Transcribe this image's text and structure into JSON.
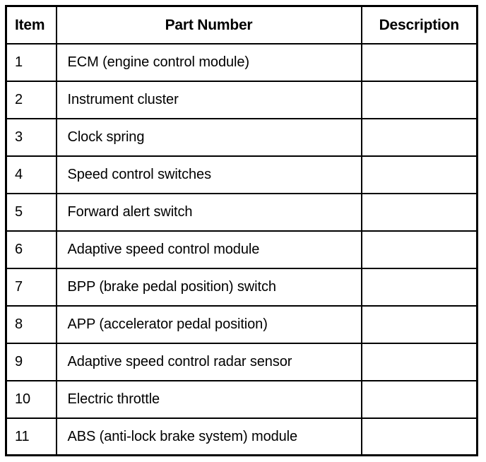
{
  "table": {
    "columns": [
      {
        "key": "item",
        "label": "Item",
        "align": "left"
      },
      {
        "key": "part_number",
        "label": "Part Number",
        "align": "center"
      },
      {
        "key": "description",
        "label": "Description",
        "align": "center"
      }
    ],
    "rows": [
      {
        "item": "1",
        "part_number": "ECM (engine control module)",
        "description": ""
      },
      {
        "item": "2",
        "part_number": "Instrument cluster",
        "description": ""
      },
      {
        "item": "3",
        "part_number": "Clock spring",
        "description": ""
      },
      {
        "item": "4",
        "part_number": "Speed control switches",
        "description": ""
      },
      {
        "item": "5",
        "part_number": "Forward alert switch",
        "description": ""
      },
      {
        "item": "6",
        "part_number": "Adaptive speed control module",
        "description": ""
      },
      {
        "item": "7",
        "part_number": "BPP (brake pedal position) switch",
        "description": ""
      },
      {
        "item": "8",
        "part_number": "APP (accelerator pedal position)",
        "description": ""
      },
      {
        "item": "9",
        "part_number": "Adaptive speed control radar sensor",
        "description": ""
      },
      {
        "item": "10",
        "part_number": "Electric throttle",
        "description": ""
      },
      {
        "item": "11",
        "part_number": "ABS (anti-lock brake system) module",
        "description": ""
      }
    ]
  },
  "colors": {
    "ink": "#000000",
    "paper": "#ffffff",
    "rule": "#000000"
  }
}
